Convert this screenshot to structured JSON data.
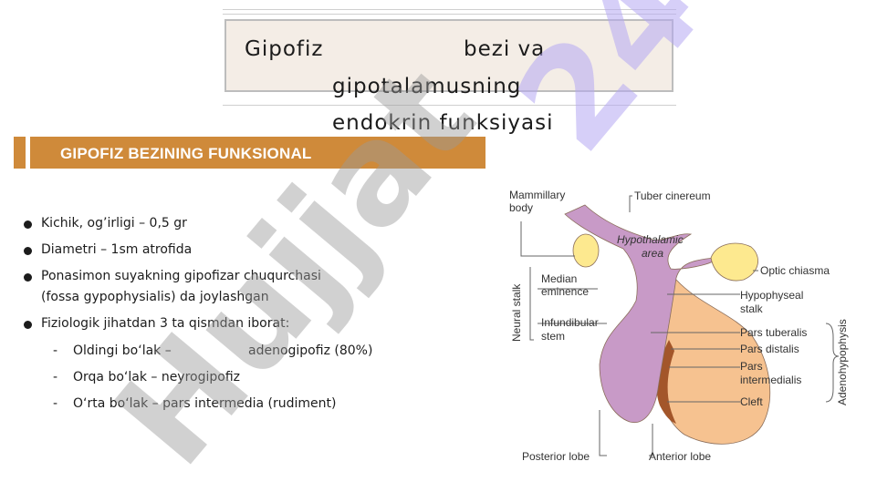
{
  "title": {
    "line1_left": "Gipofiz",
    "line1_right": "bezi va",
    "line2": "gipotalamusning",
    "line3": "endokrin funksiyasi"
  },
  "section_header": "GIPOFIZ BEZINING FUNKSIONAL",
  "bullets": [
    "Kichik, og’irligi – 0,5 gr",
    "Diametri – 1sm atrofida",
    "Ponasimon suyakning gipofizar chuqurchasi",
    "(fossa gypophysialis) da joylashgan",
    "Fiziologik jihatdan 3 ta qismdan iborat:"
  ],
  "sub_items": [
    {
      "dash": "-",
      "left": "Oldingi bo‘lak –",
      "right": "adenogipofiz (80%)"
    },
    {
      "dash": "-",
      "text": "Orqa bo‘lak – neyrogipofiz"
    },
    {
      "dash": "-",
      "text": "O‘rta bo‘lak – pars intermedia (rudiment)"
    }
  ],
  "diagram": {
    "labels": {
      "mammillary": [
        "Mammillary",
        "body"
      ],
      "tuber": "Tuber cinereum",
      "hypothalamic": [
        "Hypothalamic",
        "area"
      ],
      "median": [
        "Median",
        "eminence"
      ],
      "infundibular": [
        "Infundibular",
        "stem"
      ],
      "neural_stalk": "Neural stalk",
      "optic": "Optic chiasma",
      "hypophyseal": [
        "Hypophyseal",
        "stalk"
      ],
      "tuberalis": "Pars tuberalis",
      "distalis": "Pars distalis",
      "intermedialis": [
        "Pars",
        "intermedialis"
      ],
      "cleft": "Cleft",
      "adeno": "Adenohypophysis",
      "posterior": "Posterior lobe",
      "anterior": "Anterior lobe"
    },
    "colors": {
      "neuro": "#c89ac7",
      "adeno": "#f6c290",
      "yellow": "#fde98f",
      "brown": "#a3562a"
    }
  },
  "watermark": {
    "text": "Hujjat",
    "digits": "24"
  }
}
